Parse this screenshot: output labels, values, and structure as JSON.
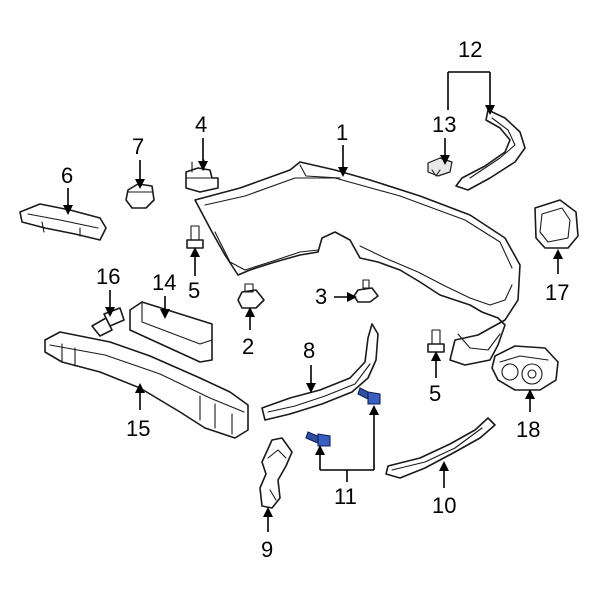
{
  "callouts": {
    "c1": "1",
    "c2": "2",
    "c3": "3",
    "c4": "4",
    "c5a": "5",
    "c5b": "5",
    "c6": "6",
    "c7": "7",
    "c8": "8",
    "c9": "9",
    "c10": "10",
    "c11": "11",
    "c12": "12",
    "c13": "13",
    "c14": "14",
    "c15": "15",
    "c16": "16",
    "c17": "17",
    "c18": "18"
  },
  "colors": {
    "outline": "#1a1a1a",
    "highlight_bolt": "#2f4fa3",
    "background": "#ffffff"
  }
}
